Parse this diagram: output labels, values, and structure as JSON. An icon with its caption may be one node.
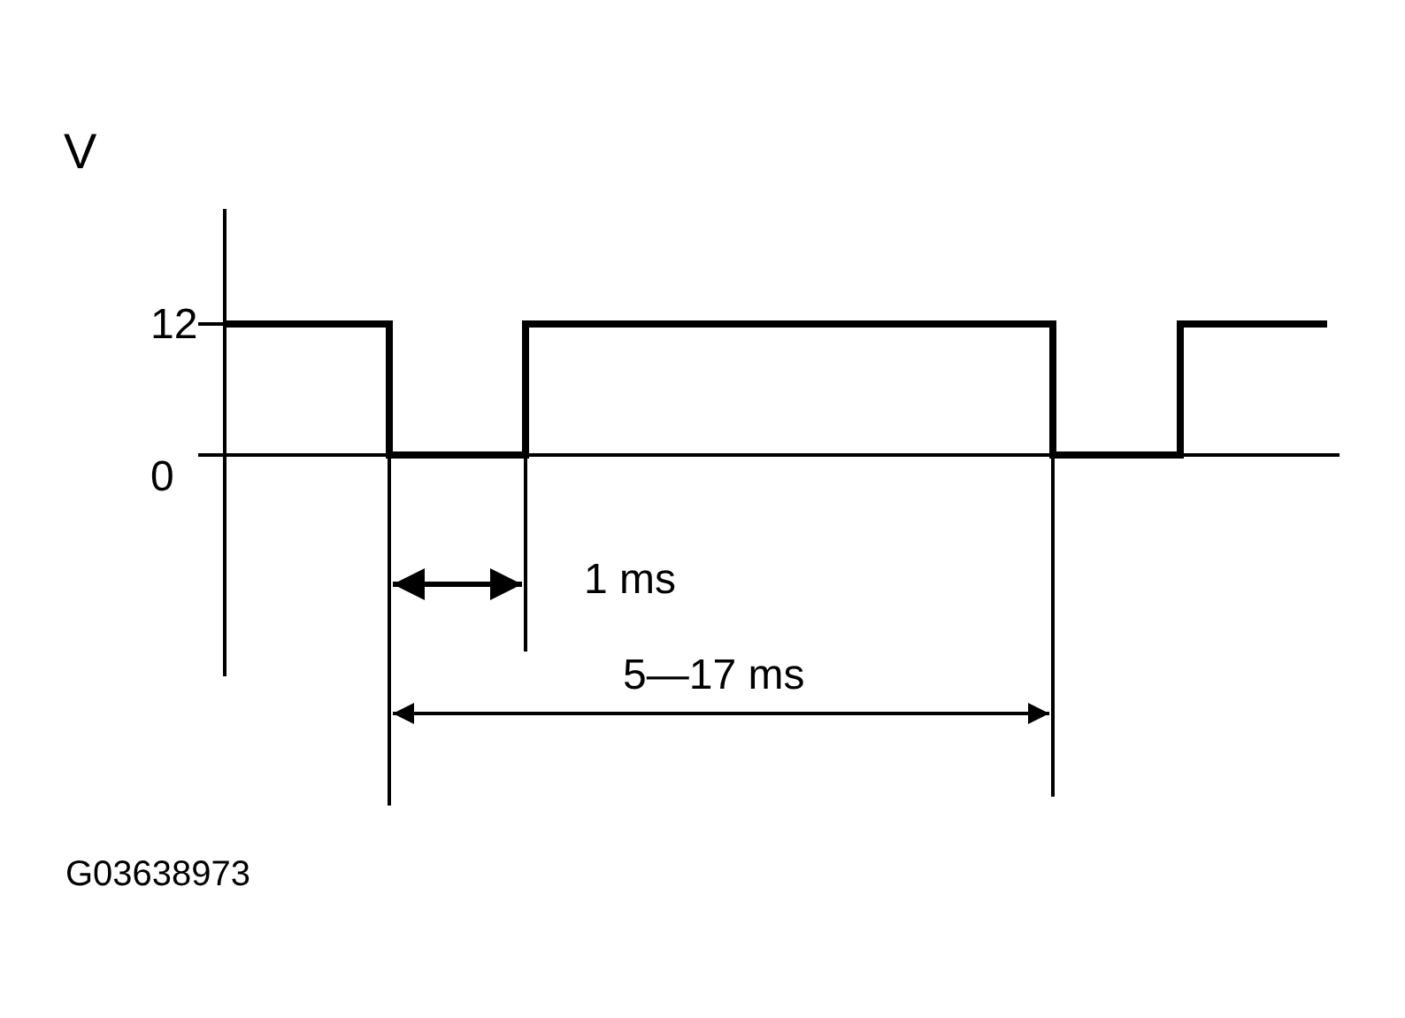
{
  "diagram": {
    "labels": [
      "V",
      "12",
      "0",
      "1 ms",
      "5—17 ms",
      "G03638973"
    ]
  }
}
